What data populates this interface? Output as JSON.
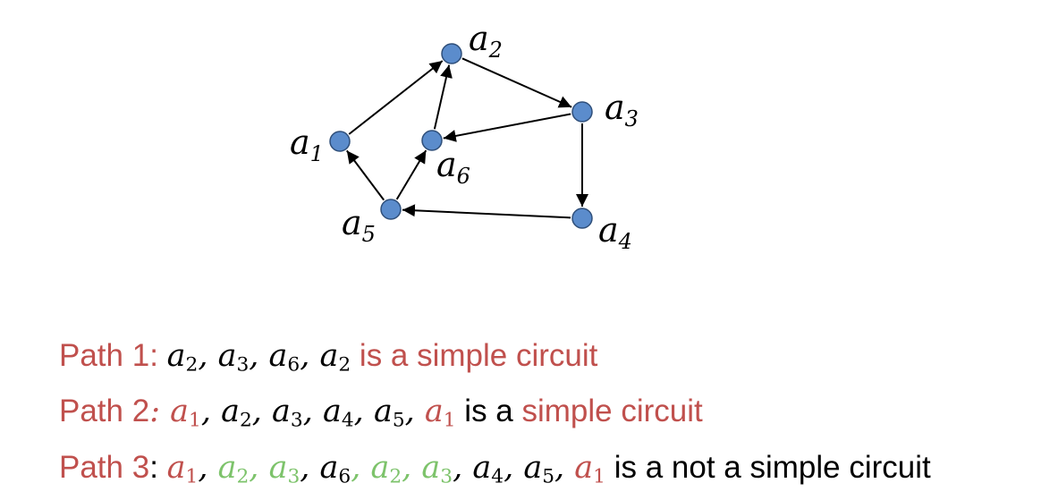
{
  "graph": {
    "nodes": [
      {
        "id": "a1",
        "label": "a",
        "sub": "1"
      },
      {
        "id": "a2",
        "label": "a",
        "sub": "2"
      },
      {
        "id": "a3",
        "label": "a",
        "sub": "3"
      },
      {
        "id": "a4",
        "label": "a",
        "sub": "4"
      },
      {
        "id": "a5",
        "label": "a",
        "sub": "5"
      },
      {
        "id": "a6",
        "label": "a",
        "sub": "6"
      }
    ],
    "edges": [
      {
        "from": "a1",
        "to": "a2"
      },
      {
        "from": "a2",
        "to": "a3"
      },
      {
        "from": "a3",
        "to": "a6"
      },
      {
        "from": "a3",
        "to": "a4"
      },
      {
        "from": "a4",
        "to": "a5"
      },
      {
        "from": "a5",
        "to": "a1"
      },
      {
        "from": "a5",
        "to": "a6"
      },
      {
        "from": "a6",
        "to": "a2"
      }
    ],
    "node_color": "#5b8ccc"
  },
  "colors": {
    "accent_red": "#c0504d",
    "accent_green": "#7dc36b",
    "text": "#000000"
  },
  "paths": [
    {
      "segments": [
        {
          "t": "Path 1: ",
          "kind": "text",
          "color": "red"
        },
        {
          "t": "a",
          "sub": "2",
          "kind": "math",
          "color": "black"
        },
        {
          "t": ", ",
          "kind": "math",
          "color": "black"
        },
        {
          "t": "a",
          "sub": "3",
          "kind": "math",
          "color": "black"
        },
        {
          "t": ", ",
          "kind": "math",
          "color": "black"
        },
        {
          "t": "a",
          "sub": "6",
          "kind": "math",
          "color": "black"
        },
        {
          "t": ", ",
          "kind": "math",
          "color": "black"
        },
        {
          "t": "a",
          "sub": "2",
          "kind": "math",
          "color": "black"
        },
        {
          "t": " is a simple circuit",
          "kind": "text",
          "color": "red"
        }
      ]
    },
    {
      "segments": [
        {
          "t": "Path 2",
          "kind": "text",
          "color": "red"
        },
        {
          "t": ": ",
          "kind": "math",
          "color": "red"
        },
        {
          "t": "a",
          "sub": "1",
          "kind": "math",
          "color": "red"
        },
        {
          "t": ", ",
          "kind": "math",
          "color": "black"
        },
        {
          "t": "a",
          "sub": "2",
          "kind": "math",
          "color": "black"
        },
        {
          "t": ", ",
          "kind": "math",
          "color": "black"
        },
        {
          "t": "a",
          "sub": "3",
          "kind": "math",
          "color": "black"
        },
        {
          "t": ", ",
          "kind": "math",
          "color": "black"
        },
        {
          "t": "a",
          "sub": "4",
          "kind": "math",
          "color": "black"
        },
        {
          "t": ", ",
          "kind": "math",
          "color": "black"
        },
        {
          "t": "a",
          "sub": "5",
          "kind": "math",
          "color": "black"
        },
        {
          "t": ", ",
          "kind": "math",
          "color": "black"
        },
        {
          "t": "a",
          "sub": "1",
          "kind": "math",
          "color": "red"
        },
        {
          "t": " is a ",
          "kind": "text",
          "color": "black"
        },
        {
          "t": "simple circuit",
          "kind": "text",
          "color": "red"
        }
      ]
    },
    {
      "segments": [
        {
          "t": "Path 3",
          "kind": "text",
          "color": "red"
        },
        {
          "t": ": ",
          "kind": "text",
          "color": "black"
        },
        {
          "t": "a",
          "sub": "1",
          "kind": "math",
          "color": "red"
        },
        {
          "t": ", ",
          "kind": "math",
          "color": "black"
        },
        {
          "t": "a",
          "sub": "2",
          "kind": "math",
          "color": "green"
        },
        {
          "t": ", ",
          "kind": "math",
          "color": "green"
        },
        {
          "t": "a",
          "sub": "3",
          "kind": "math",
          "color": "green"
        },
        {
          "t": ", ",
          "kind": "math",
          "color": "black"
        },
        {
          "t": "a",
          "sub": "6",
          "kind": "math",
          "color": "black"
        },
        {
          "t": ", ",
          "kind": "math",
          "color": "green"
        },
        {
          "t": "a",
          "sub": "2",
          "kind": "math",
          "color": "green"
        },
        {
          "t": ", ",
          "kind": "math",
          "color": "green"
        },
        {
          "t": "a",
          "sub": "3",
          "kind": "math",
          "color": "green"
        },
        {
          "t": ", ",
          "kind": "math",
          "color": "black"
        },
        {
          "t": "a",
          "sub": "4",
          "kind": "math",
          "color": "black"
        },
        {
          "t": ", ",
          "kind": "math",
          "color": "black"
        },
        {
          "t": "a",
          "sub": "5",
          "kind": "math",
          "color": "black"
        },
        {
          "t": ", ",
          "kind": "math",
          "color": "black"
        },
        {
          "t": "a",
          "sub": "1",
          "kind": "math",
          "color": "red"
        },
        {
          "t": " is a not a simple circuit",
          "kind": "text",
          "color": "black"
        }
      ]
    }
  ]
}
